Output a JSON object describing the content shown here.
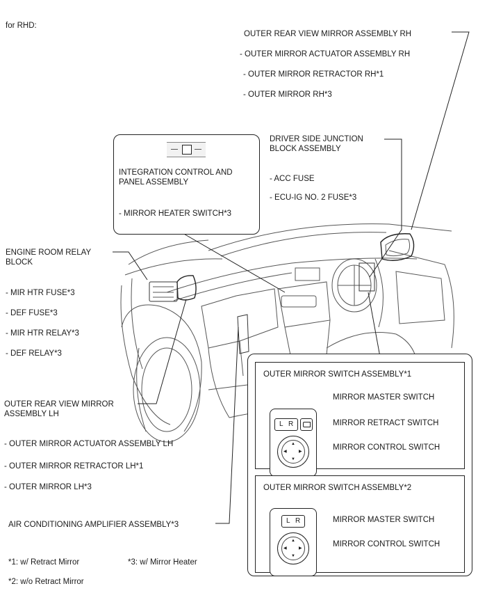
{
  "header": {
    "for_label": "for RHD:"
  },
  "labels": {
    "outer_mirror_rh": "OUTER REAR VIEW MIRROR ASSEMBLY RH",
    "actuator_rh": "- OUTER MIRROR ACTUATOR ASSEMBLY RH",
    "retractor_rh": "- OUTER MIRROR RETRACTOR RH*1",
    "mirror_rh": "- OUTER MIRROR RH*3",
    "driver_jb": "DRIVER SIDE JUNCTION BLOCK ASSEMBLY",
    "acc_fuse": "- ACC FUSE",
    "ecu_ig2_fuse": "- ECU-IG NO. 2 FUSE*3",
    "integration_panel": "INTEGRATION CONTROL AND PANEL ASSEMBLY",
    "mirror_heater_switch": "- MIRROR HEATER SWITCH*3",
    "engine_room_relay": "ENGINE ROOM RELAY BLOCK",
    "mir_htr_fuse": "- MIR HTR FUSE*3",
    "def_fuse": "- DEF FUSE*3",
    "mir_htr_relay": "- MIR HTR RELAY*3",
    "def_relay": "- DEF RELAY*3",
    "outer_mirror_lh": "OUTER REAR VIEW MIRROR ASSEMBLY LH",
    "actuator_lh": "- OUTER MIRROR ACTUATOR ASSEMBLY LH",
    "retractor_lh": "- OUTER MIRROR RETRACTOR LH*1",
    "mirror_lh": "- OUTER MIRROR LH*3",
    "ac_amplifier": "AIR CONDITIONING AMPLIFIER ASSEMBLY*3"
  },
  "switch_panel": {
    "assembly1_title": "OUTER MIRROR SWITCH ASSEMBLY*1",
    "assembly2_title": "OUTER MIRROR SWITCH ASSEMBLY*2",
    "master_switch_1": "MIRROR MASTER SWITCH",
    "retract_switch": "MIRROR RETRACT SWITCH",
    "control_switch_1": "MIRROR CONTROL SWITCH",
    "master_switch_2": "MIRROR MASTER SWITCH",
    "control_switch_2": "MIRROR CONTROL SWITCH",
    "btn_l": "L",
    "btn_r": "R"
  },
  "footnotes": {
    "note1": "*1: w/ Retract Mirror",
    "note2": "*2: w/o Retract Mirror",
    "note3": "*3: w/ Mirror Heater"
  }
}
